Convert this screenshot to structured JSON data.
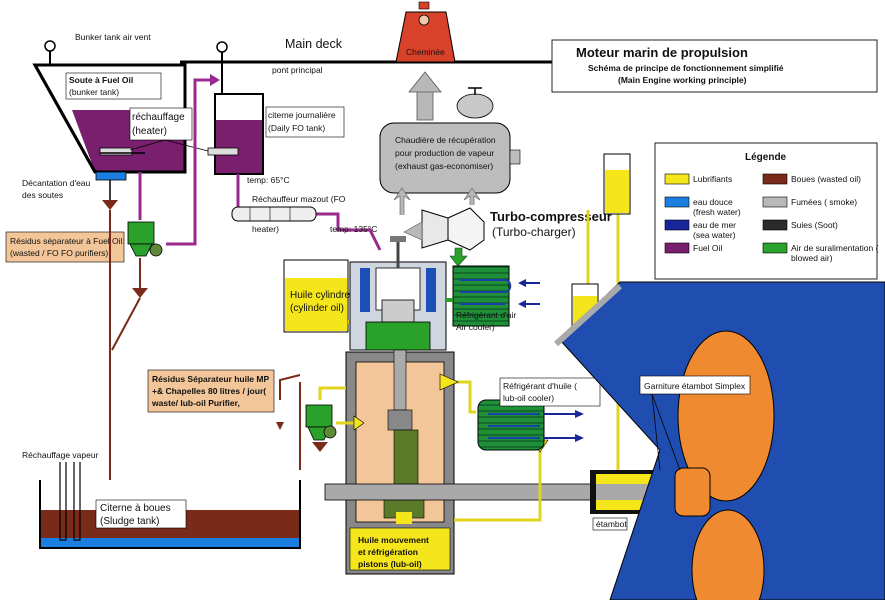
{
  "title": {
    "main": "Moteur marin de propulsion",
    "line2": "Schéma  de principe de fonctionnement simplifié",
    "line3": "(Main Engine working principle)"
  },
  "legend": {
    "title": "Légende",
    "items": [
      {
        "label1": "Lubrifiants",
        "label2": "",
        "color": "#f5e61c"
      },
      {
        "label1": "Boues  (wasted oil)",
        "label2": "",
        "color": "#7a2a18"
      },
      {
        "label1": "eau douce",
        "label2": "(fresh water)",
        "color": "#1a7fe0"
      },
      {
        "label1": "Fumées ( smoke)",
        "label2": "",
        "color": "#b8b8b8"
      },
      {
        "label1": "eau de mer",
        "label2": "(sea water)",
        "color": "#17279a"
      },
      {
        "label1": "Suies  (Soot)",
        "label2": "",
        "color": "#2a2a2a"
      },
      {
        "label1": "Fuel Oil",
        "label2": "",
        "color": "#7a1f6e"
      },
      {
        "label1": "Air de suralimentation (",
        "label2": "blowed air)",
        "color": "#2aa12a"
      }
    ]
  },
  "labels": {
    "bunker_vent": "Bunker tank air vent",
    "main_deck": "Main deck",
    "pont_principal": "pont principal",
    "cheminee": "Cheminée",
    "soute1": "Soute à Fuel Oil",
    "soute2": "(bunker tank)",
    "rechauffage1": "réchauffage",
    "rechauffage2": "(heater)",
    "citerne_j1": "citerne journalière",
    "citerne_j2": "(Daily FO tank)",
    "temp65": "temp: 65°C",
    "decant1": "Décantation d'eau",
    "decant2": "des soutes",
    "fo_heater1": "Réchauffeur mazout (FO",
    "fo_heater2": "heater)",
    "temp135": "temp: 135°C",
    "residus_fo1": "Résidus séparateur à Fuel  Oil:",
    "residus_fo2": "(wasted / FO FO purifiers)",
    "chaudiere1": "Chaudière de récupération",
    "chaudiere2": "pour production de vapeur",
    "chaudiere3": "(exhaust gas-economiser)",
    "turbo1": "Turbo-compresseur",
    "turbo2": "(Turbo-charger)",
    "huile_cyl1": "Huile cylindre",
    "huile_cyl2": "(cylinder oil)",
    "air_cooler1": "Réfrigérant d'air",
    "air_cooler2": "Air cooler)",
    "residus_mp1": "Résidus Séparateur huile MP",
    "residus_mp2": "+& Chapelles 80 litres / jour(",
    "residus_mp3": "waste/ lub-oil Purifier,",
    "lub_cooler1": "Réfrigérant d'huile  (",
    "lub_cooler2": "lub-oil cooler)",
    "garniture": "Garniture étambot Simplex",
    "rech_vapeur": "Réchauffage vapeur",
    "citerne_boues1": "Citerne à boues",
    "citerne_boues2": "(Sludge  tank)",
    "etambot": "étambot",
    "huile_mvt1": "Huile mouvement",
    "huile_mvt2": "et réfrigération",
    "huile_mvt3": "pistons  (lub-oil)"
  }
}
